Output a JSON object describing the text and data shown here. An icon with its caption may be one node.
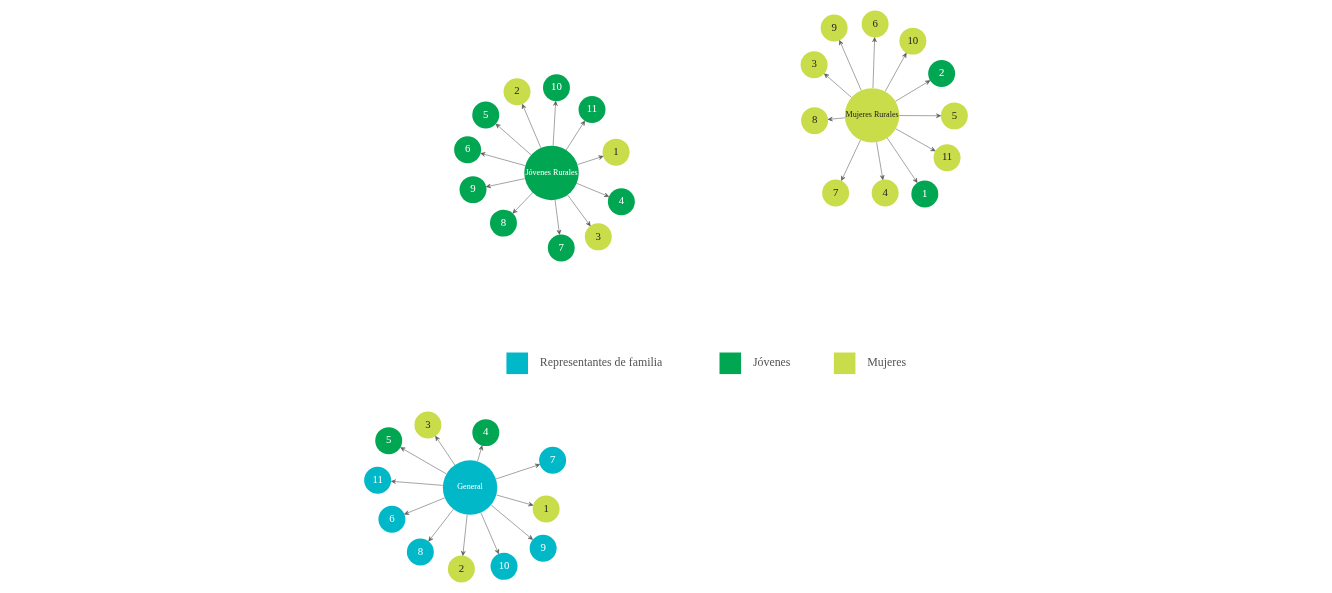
{
  "diagram": {
    "nodes": [
      {
        "text": [
          "General"
        ]
      },
      {
        "text": [
          "1"
        ]
      },
      {
        "text": [
          "2"
        ]
      },
      {
        "text": [
          "3"
        ]
      },
      {
        "text": [
          "4"
        ]
      },
      {
        "text": [
          "5"
        ]
      },
      {
        "text": [
          "6"
        ]
      },
      {
        "text": [
          "7"
        ]
      },
      {
        "text": [
          "8"
        ]
      },
      {
        "text": [
          "9"
        ]
      },
      {
        "text": [
          "10"
        ]
      },
      {
        "text": [
          "11"
        ]
      },
      {
        "text": [
          "Jóvenes Rurales"
        ]
      },
      {
        "text": [
          "1"
        ]
      },
      {
        "text": [
          "2"
        ]
      },
      {
        "text": [
          "3"
        ]
      },
      {
        "text": [
          "4"
        ]
      },
      {
        "text": [
          "5"
        ]
      },
      {
        "text": [
          "6"
        ]
      },
      {
        "text": [
          "7"
        ]
      },
      {
        "text": [
          "8"
        ]
      },
      {
        "text": [
          "9"
        ]
      },
      {
        "text": [
          "10"
        ]
      },
      {
        "text": [
          "11"
        ]
      },
      {
        "text": [
          "Mujeres Rurales"
        ]
      },
      {
        "text": [
          "1"
        ]
      },
      {
        "text": [
          "2"
        ]
      },
      {
        "text": [
          "3"
        ]
      },
      {
        "text": [
          "4"
        ]
      },
      {
        "text": [
          "5"
        ]
      },
      {
        "text": [
          "6"
        ]
      },
      {
        "text": [
          "7"
        ]
      },
      {
        "text": [
          "8"
        ]
      },
      {
        "text": [
          "9"
        ]
      },
      {
        "text": [
          "10"
        ]
      },
      {
        "text": [
          "11"
        ]
      }
    ],
    "edges": [
      {
        "from": 0,
        "to": 1,
        "arrow": "to"
      },
      {
        "from": 0,
        "to": 2,
        "arrow": "to"
      },
      {
        "from": 0,
        "to": 3,
        "arrow": "to"
      },
      {
        "from": 0,
        "to": 4,
        "arrow": "to"
      },
      {
        "from": 0,
        "to": 5,
        "arrow": "to"
      },
      {
        "from": 0,
        "to": 6,
        "arrow": "to"
      },
      {
        "from": 0,
        "to": 7,
        "arrow": "to"
      },
      {
        "from": 0,
        "to": 8,
        "arrow": "to"
      },
      {
        "from": 0,
        "to": 9,
        "arrow": "to"
      },
      {
        "from": 0,
        "to": 10,
        "arrow": "to"
      },
      {
        "from": 0,
        "to": 11,
        "arrow": "to"
      },
      {
        "from": 12,
        "to": 13,
        "arrow": "to"
      },
      {
        "from": 12,
        "to": 14,
        "arrow": "to"
      },
      {
        "from": 12,
        "to": 15,
        "arrow": "to"
      },
      {
        "from": 12,
        "to": 16,
        "arrow": "to"
      },
      {
        "from": 12,
        "to": 17,
        "arrow": "to"
      },
      {
        "from": 12,
        "to": 18,
        "arrow": "to"
      },
      {
        "from": 12,
        "to": 19,
        "arrow": "to"
      },
      {
        "from": 12,
        "to": 20,
        "arrow": "to"
      },
      {
        "from": 12,
        "to": 21,
        "arrow": "to"
      },
      {
        "from": 12,
        "to": 22,
        "arrow": "to"
      },
      {
        "from": 12,
        "to": 23,
        "arrow": "to"
      },
      {
        "from": 24,
        "to": 25,
        "arrow": "to"
      },
      {
        "from": 24,
        "to": 26,
        "arrow": "to"
      },
      {
        "from": 24,
        "to": 27,
        "arrow": "to"
      },
      {
        "from": 24,
        "to": 28,
        "arrow": "to"
      },
      {
        "from": 24,
        "to": 29,
        "arrow": "to"
      },
      {
        "from": 24,
        "to": 30,
        "arrow": "to"
      },
      {
        "from": 24,
        "to": 31,
        "arrow": "to"
      },
      {
        "from": 24,
        "to": 32,
        "arrow": "to"
      },
      {
        "from": 24,
        "to": 33,
        "arrow": "to"
      },
      {
        "from": 24,
        "to": 34,
        "arrow": "to"
      },
      {
        "from": 24,
        "to": 35,
        "arrow": "to"
      }
    ],
    "legend": [
      {
        "text": "Representantes de familia",
        "color": "#00b8c8"
      },
      {
        "text": "Jóvenes",
        "color": "#00a651"
      },
      {
        "text": "Mujeres",
        "color": "#c9dc4a"
      }
    ]
  }
}
